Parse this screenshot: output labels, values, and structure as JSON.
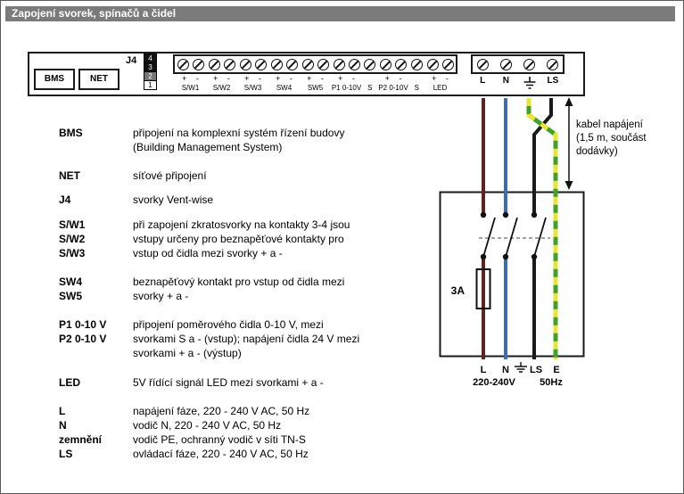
{
  "header": {
    "title": "Zapojení svorek, spínačů a čidel"
  },
  "strip": {
    "bms_label": "BMS",
    "net_label": "NET",
    "j4_label": "J4",
    "j4_pins": [
      "4",
      "3",
      "2",
      "1"
    ],
    "groups": [
      {
        "signs": "+ -",
        "name": "S/W1"
      },
      {
        "signs": "+ -",
        "name": "S/W2"
      },
      {
        "signs": "+ -",
        "name": "S/W3"
      },
      {
        "signs": "+ -",
        "name": "SW4"
      },
      {
        "signs": "+ -",
        "name": "SW5"
      },
      {
        "signs": "+ -",
        "name": "P1 0-10V"
      },
      {
        "signs": "",
        "name": "S"
      },
      {
        "signs": "+ -",
        "name": "P2 0-10V"
      },
      {
        "signs": "",
        "name": "S"
      },
      {
        "signs": "+ -",
        "name": "LED"
      }
    ],
    "power_labels": [
      "L",
      "N",
      "LS"
    ],
    "ground_icon": "earth-ground"
  },
  "cable_note": {
    "lines": [
      "kabel napájení",
      "(1,5 m, součást",
      "dodávky)"
    ]
  },
  "switch_box": {
    "fuse_label": "3A"
  },
  "bottom": {
    "labels": [
      "L",
      "N",
      "LS",
      "E"
    ],
    "voltage": "220-240V",
    "frequency": "50Hz"
  },
  "legend": [
    {
      "terms": [
        "BMS"
      ],
      "desc": [
        "připojení na komplexní systém řízení budovy",
        "(Building Management System)"
      ]
    },
    {
      "terms": [
        "NET"
      ],
      "desc": [
        "síťové připojení"
      ]
    },
    {
      "terms": [
        "J4"
      ],
      "desc": [
        "svorky Vent-wise"
      ]
    },
    {
      "terms": [
        "S/W1",
        "S/W2",
        "S/W3"
      ],
      "desc": [
        "při zapojení zkratosvorky na kontakty 3-4 jsou",
        "vstupy určeny pro beznapěťové kontakty pro",
        "vstup od čidla mezi svorky + a -"
      ]
    },
    {
      "terms": [
        "SW4",
        "SW5"
      ],
      "desc": [
        "beznapěťový kontakt pro vstup od čidla mezi",
        "svorky + a -"
      ]
    },
    {
      "terms": [
        "P1 0-10 V",
        "P2 0-10 V"
      ],
      "desc": [
        "připojení poměrového čidla 0-10 V, mezi",
        "svorkami S a - (vstup); napájení čidla 24 V mezi",
        "svorkami + a - (výstup)"
      ]
    },
    {
      "terms": [
        "LED"
      ],
      "desc": [
        "5V řídící signál LED mezi svorkami + a -"
      ]
    },
    {
      "terms": [
        "L"
      ],
      "desc": [
        "napájení fáze, 220 - 240 V AC, 50 Hz"
      ]
    },
    {
      "terms": [
        "N"
      ],
      "desc": [
        "vodič N, 220 - 240 V AC, 50 Hz"
      ]
    },
    {
      "terms": [
        "zemnění"
      ],
      "desc": [
        "vodič PE, ochranný vodič v síti TN-S"
      ]
    },
    {
      "terms": [
        "LS"
      ],
      "desc": [
        "ovládací fáze, 220 - 240 V AC, 50 Hz"
      ]
    }
  ],
  "colors": {
    "header_bg": "#7b7b7b",
    "wire_live": "#5e2420",
    "wire_neutral": "#3a6db8",
    "wire_switched": "#1a1a1a",
    "wire_earth_green": "#44a02c",
    "wire_earth_yellow": "#e8e438"
  }
}
